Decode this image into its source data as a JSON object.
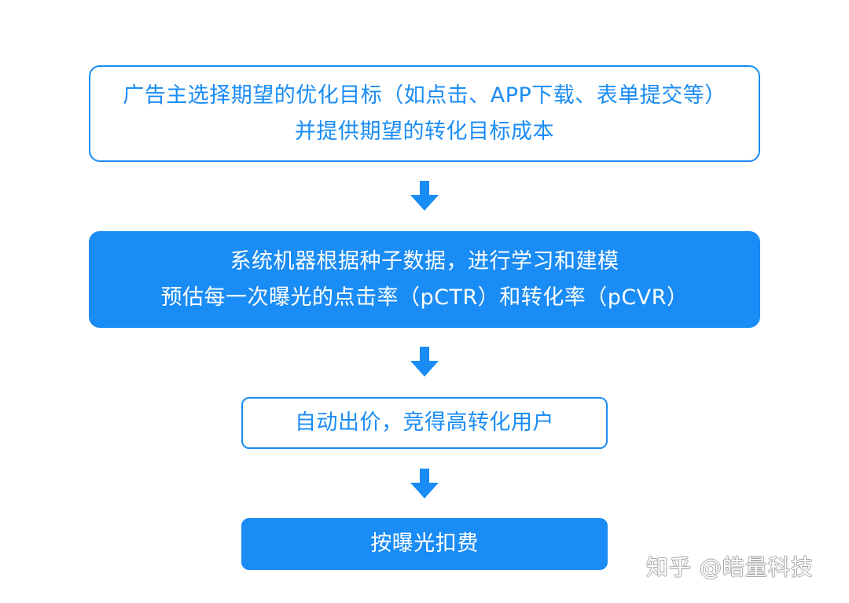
{
  "steps": [
    {
      "line1": "广告主选择期望的优化目标（如点击、APP下载、表单提交等）",
      "line2": "并提供期望的转化目标成本"
    },
    {
      "line1": "系统机器根据种子数据，进行学习和建模",
      "line2": "预估每一次曝光的点击率（pCTR）和转化率（pCVR）"
    },
    {
      "line1": "自动出价，竞得高转化用户"
    },
    {
      "line1": "按曝光扣费"
    }
  ],
  "watermark": "知乎 @皓量科技",
  "colors": {
    "accent": "#1a8cf5",
    "filled_text": "#ffffff",
    "background": "#ffffff"
  },
  "icons": {
    "connector": "arrow-down-icon"
  }
}
